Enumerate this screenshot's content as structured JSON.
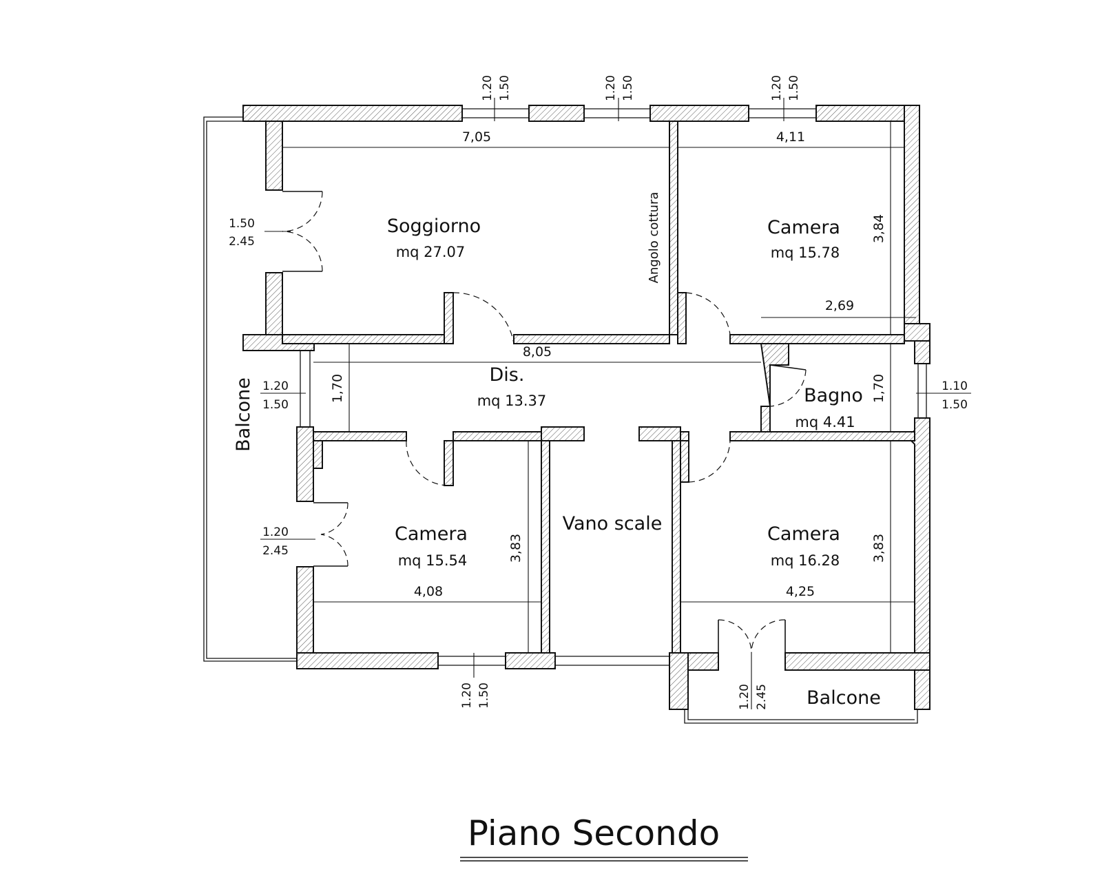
{
  "title": "Piano Secondo",
  "rooms": {
    "soggiorno": {
      "name": "Soggiorno",
      "area": "mq 27.07"
    },
    "camera_ne": {
      "name": "Camera",
      "area": "mq 15.78"
    },
    "dis": {
      "name": "Dis.",
      "area": "mq 13.37"
    },
    "bagno": {
      "name": "Bagno",
      "area": "mq 4.41"
    },
    "camera_sw": {
      "name": "Camera",
      "area": "mq 15.54"
    },
    "vano": {
      "name": "Vano scale"
    },
    "camera_se": {
      "name": "Camera",
      "area": "mq 16.28"
    },
    "balcone_w": {
      "name": "Balcone"
    },
    "balcone_s": {
      "name": "Balcone"
    }
  },
  "notes": {
    "angolo": "Angolo cottura"
  },
  "dimensions": {
    "soggiorno_w": "7,05",
    "camera_ne_w": "4,11",
    "camera_ne_h": "3,84",
    "camera_ne_partial": "2,69",
    "dis_w": "8,05",
    "dis_h": "1,70",
    "bagno_h": "1,70",
    "camera_sw_w": "4,08",
    "camera_sw_h": "3,83",
    "camera_se_w": "4,25",
    "camera_se_h": "3,83"
  },
  "openings": {
    "top_1": {
      "a": "1.20",
      "b": "1.50"
    },
    "top_2": {
      "a": "1.20",
      "b": "1.50"
    },
    "top_3": {
      "a": "1.20",
      "b": "1.50"
    },
    "west_1": {
      "a": "1.50",
      "b": "2.45"
    },
    "west_2": {
      "a": "1.20",
      "b": "1.50"
    },
    "west_3": {
      "a": "1.20",
      "b": "2.45"
    },
    "east_1": {
      "a": "1.10",
      "b": "1.50"
    },
    "bottom_1": {
      "a": "1.20",
      "b": "1.50"
    },
    "bottom_2": {
      "a": "1.20",
      "b": "2.45"
    }
  }
}
